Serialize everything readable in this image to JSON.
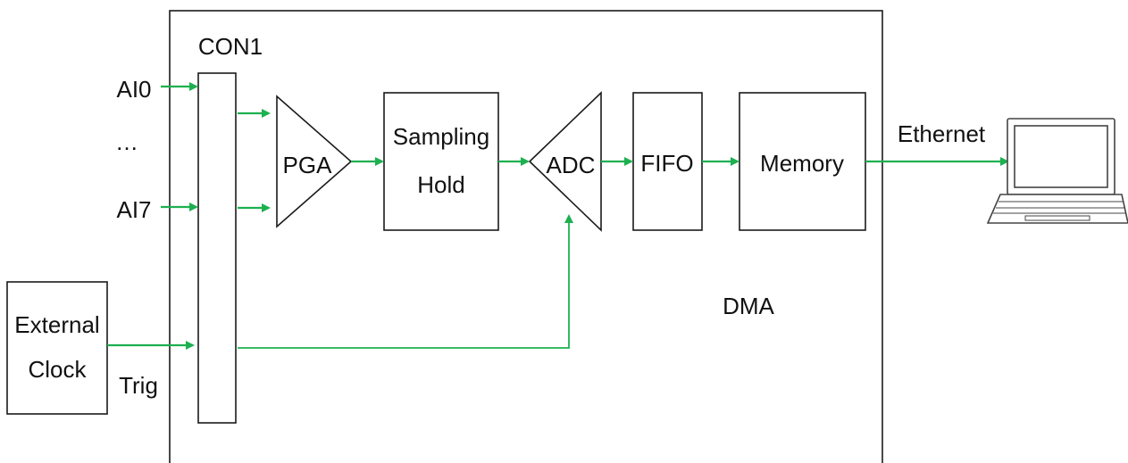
{
  "colors": {
    "arrow": "#1db04f",
    "stroke": "#1a1a1a",
    "background": "#ffffff"
  },
  "labels": {
    "con1": "CON1",
    "ai0": "AI0",
    "ellipsis": "…",
    "ai7": "AI7",
    "external_line1": "External",
    "external_line2": "Clock",
    "trig": "Trig",
    "pga": "PGA",
    "sampling_line1": "Sampling",
    "sampling_line2": "Hold",
    "adc": "ADC",
    "fifo": "FIFO",
    "memory": "Memory",
    "ethernet": "Ethernet",
    "dma": "DMA"
  },
  "icons": {
    "computer": "laptop-icon"
  }
}
